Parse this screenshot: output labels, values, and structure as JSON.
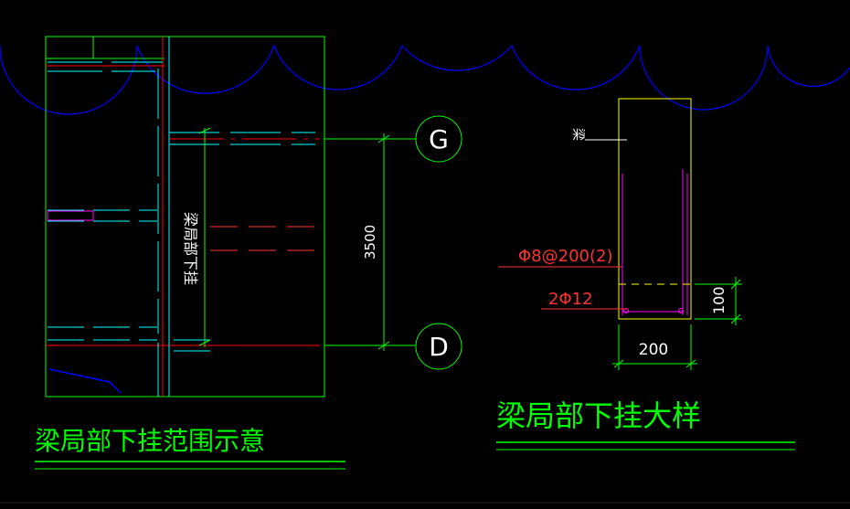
{
  "colors": {
    "background": "#000000",
    "green": "#00ff00",
    "cyan": "#00ffff",
    "blue": "#0000ff",
    "red": "#ff0000",
    "magenta": "#ff00ff",
    "yellow": "#ffff00",
    "white": "#ffffff"
  },
  "grid_markers": {
    "top": "G",
    "bottom": "D"
  },
  "plan": {
    "vertical_note": "梁局部下挂",
    "dimension": "3500",
    "title": "梁局部下挂范围示意"
  },
  "detail": {
    "beam_label": "梁",
    "stirrup_label": "Φ8@200(2)",
    "bottom_bar_label": "2Φ12",
    "width_dim": "200",
    "height_dim": "100",
    "title": "梁局部下挂大样"
  }
}
